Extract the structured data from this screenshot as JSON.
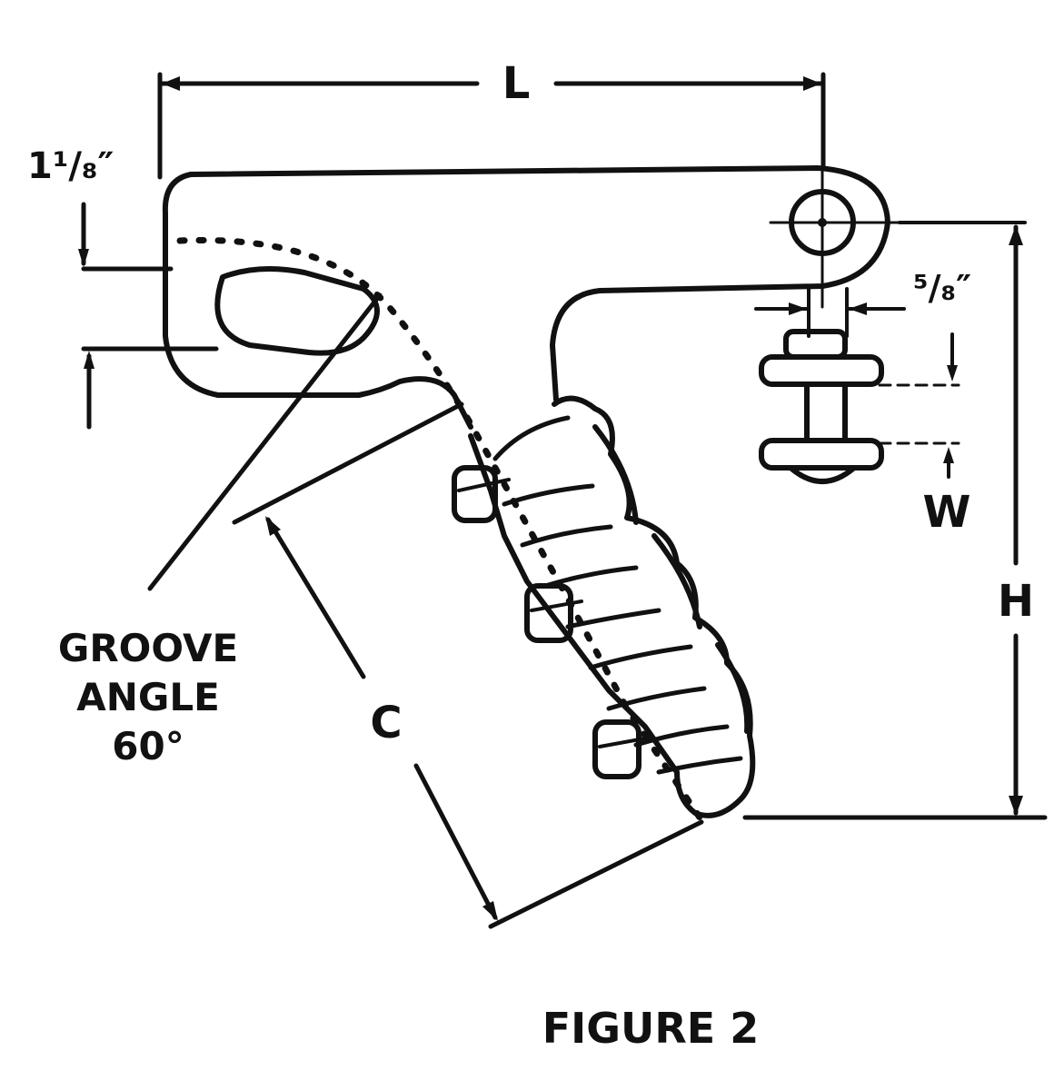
{
  "figure": {
    "caption": "FIGURE 2",
    "dimensions": {
      "length": "L",
      "height": "H",
      "clevis_offset": "1¹/₈″",
      "pin_diameter": "⁵/₈″",
      "width": "W",
      "clamp_length": "C"
    },
    "groove_note": {
      "line1": "GROOVE",
      "line2": "ANGLE",
      "line3": "60°"
    }
  }
}
